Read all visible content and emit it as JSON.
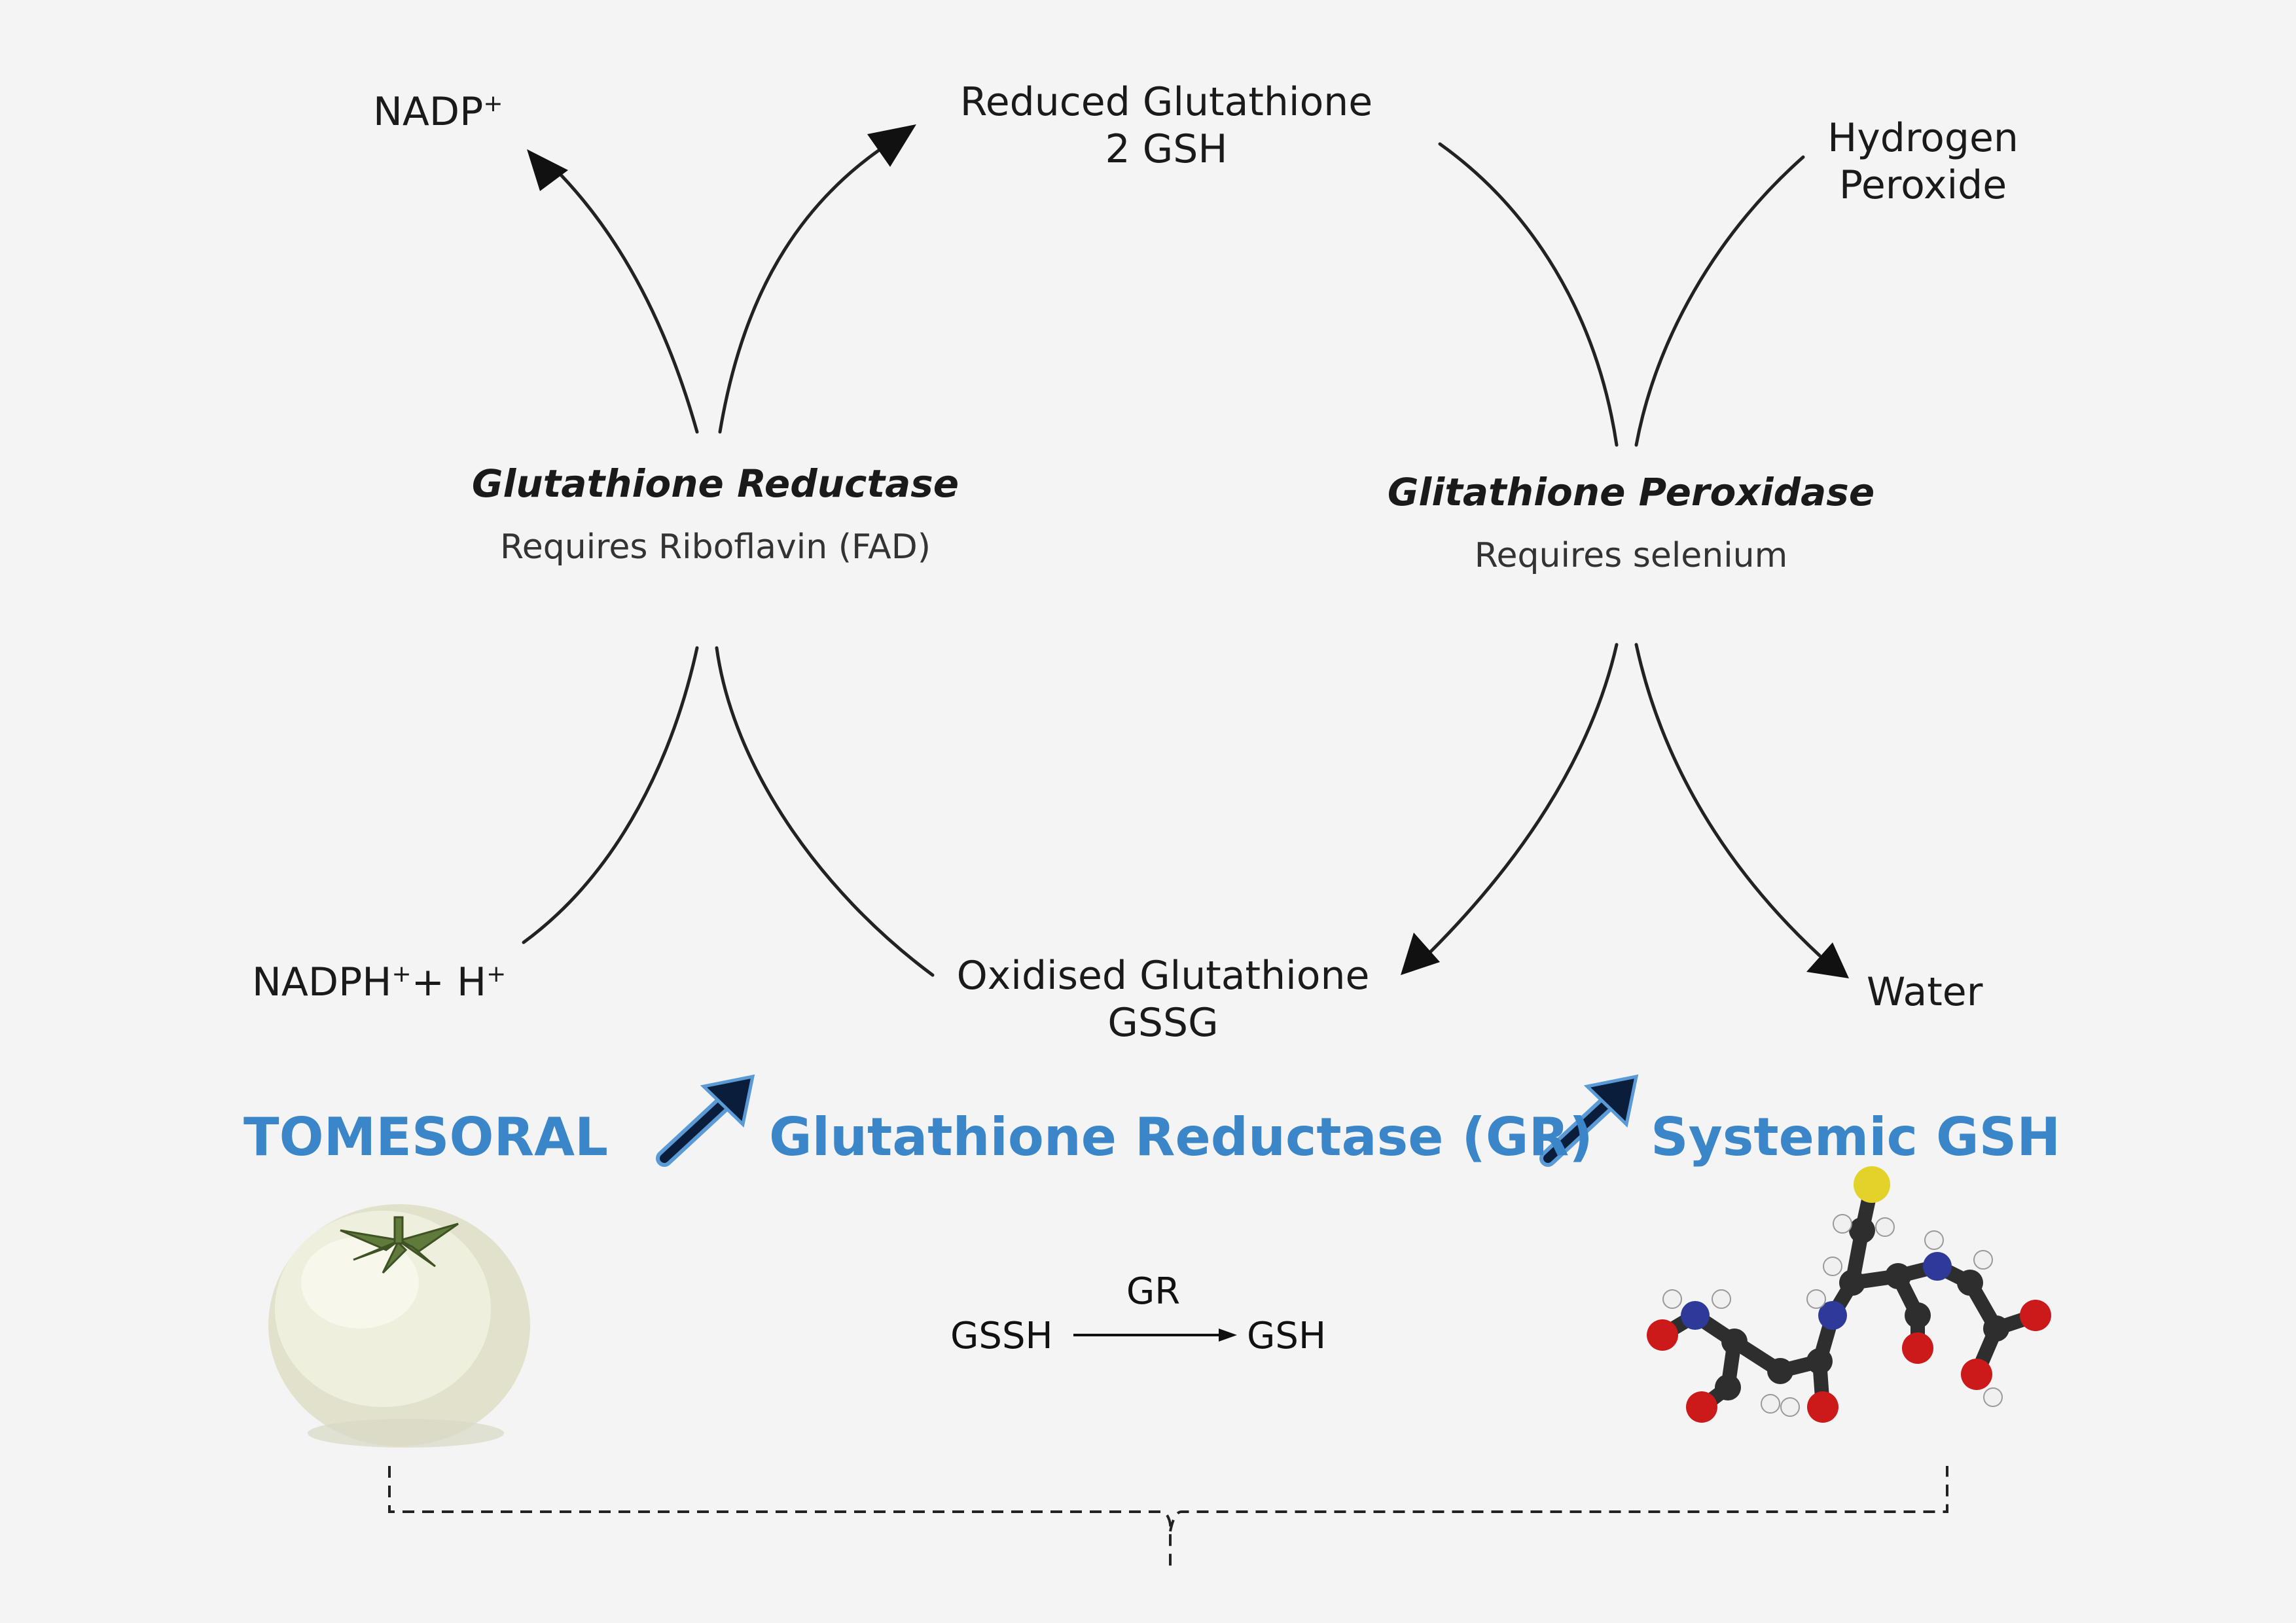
{
  "cycle": {
    "nadp": {
      "text": "NADP",
      "sup": "+"
    },
    "reduced_glutathione": {
      "line1": "Reduced Glutathione",
      "line2": "2 GSH"
    },
    "hydrogen_peroxide": {
      "line1": "Hydrogen",
      "line2": "Peroxide"
    },
    "glutathione_reductase": {
      "name": "Glutathione Reductase",
      "requirement": "Requires Riboflavin (FAD)"
    },
    "glutathione_peroxidase": {
      "name": "Glitathione Peroxidase",
      "requirement": "Requires selenium"
    },
    "nadph": {
      "text": "NADPH",
      "sup1": "+",
      "mid": "+ H",
      "sup2": "+"
    },
    "oxidised_glutathione": {
      "line1": "Oxidised Glutathione",
      "line2": "GSSG"
    },
    "water": {
      "text": "Water"
    }
  },
  "summary": {
    "tomesoral": "TOMESORAL",
    "glutathione_reductase_gr": "Glutathione Reductase (GR)",
    "systemic_gsh": "Systemic GSH"
  },
  "equation": {
    "reactant": "GSSH",
    "enzyme": "GR",
    "product": "GSH"
  },
  "colors": {
    "accent_blue": "#3a86c8",
    "arrow_fill": "#0a1e3c",
    "arrow_outline": "#5a9ad6"
  },
  "icons": [
    "tomato-image",
    "glutathione-molecule-image",
    "increase-arrow-icon"
  ]
}
